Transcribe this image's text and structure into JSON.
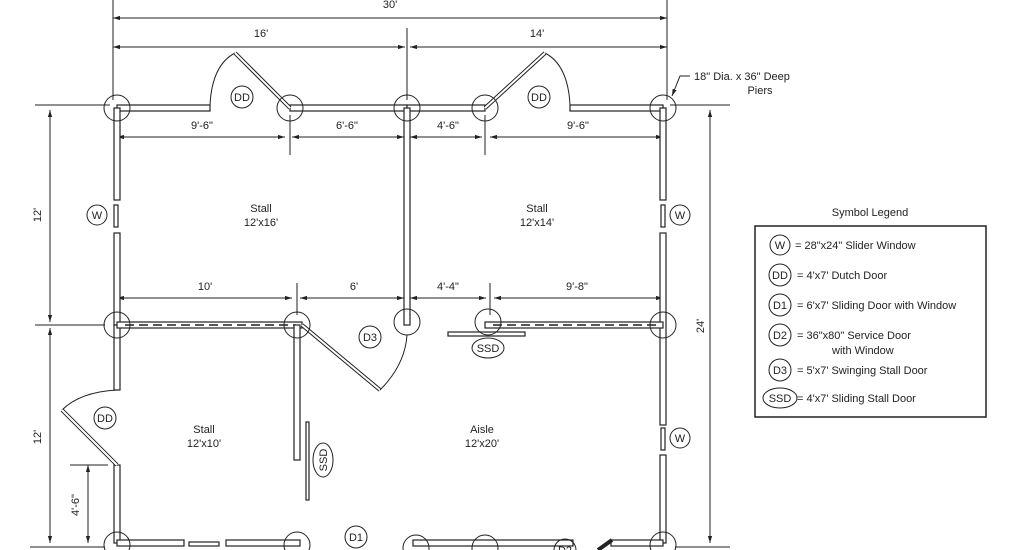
{
  "dimensions": {
    "overall_width": "30'",
    "left_section": "16'",
    "right_section": "14'",
    "top_segments": [
      "9'-6\"",
      "6'-6\"",
      "4'-6\"",
      "9'-6\""
    ],
    "mid_segments": [
      "10'",
      "6'",
      "4'-4\"",
      "9'-8\""
    ],
    "left_upper": "12'",
    "left_lower": "12'",
    "overall_depth": "24'",
    "door_offset": "4'-6\""
  },
  "note": {
    "line1": "18\" Dia. x 36\" Deep",
    "line2": "Piers"
  },
  "rooms": [
    {
      "name": "Stall",
      "size": "12'x16'"
    },
    {
      "name": "Stall",
      "size": "12'x14'"
    },
    {
      "name": "Stall",
      "size": "12'x10'"
    },
    {
      "name": "Aisle",
      "size": "12'x20'"
    }
  ],
  "tags": {
    "w": "W",
    "dd": "DD",
    "d1": "D1",
    "d2": "D2",
    "d3": "D3",
    "ssd": "SSD"
  },
  "legend": {
    "title": "Symbol Legend",
    "items": [
      {
        "tag": "W",
        "desc": "= 28\"x24\" Slider Window"
      },
      {
        "tag": "DD",
        "desc": "= 4'x7' Dutch Door"
      },
      {
        "tag": "D1",
        "desc": "= 6'x7' Sliding Door with Window"
      },
      {
        "tag": "D2",
        "desc": "= 36\"x80\" Service Door",
        "desc2": "with Window"
      },
      {
        "tag": "D3",
        "desc": "= 5'x7' Swinging Stall Door"
      },
      {
        "tag": "SSD",
        "desc": "= 4'x7' Sliding Stall Door"
      }
    ]
  }
}
